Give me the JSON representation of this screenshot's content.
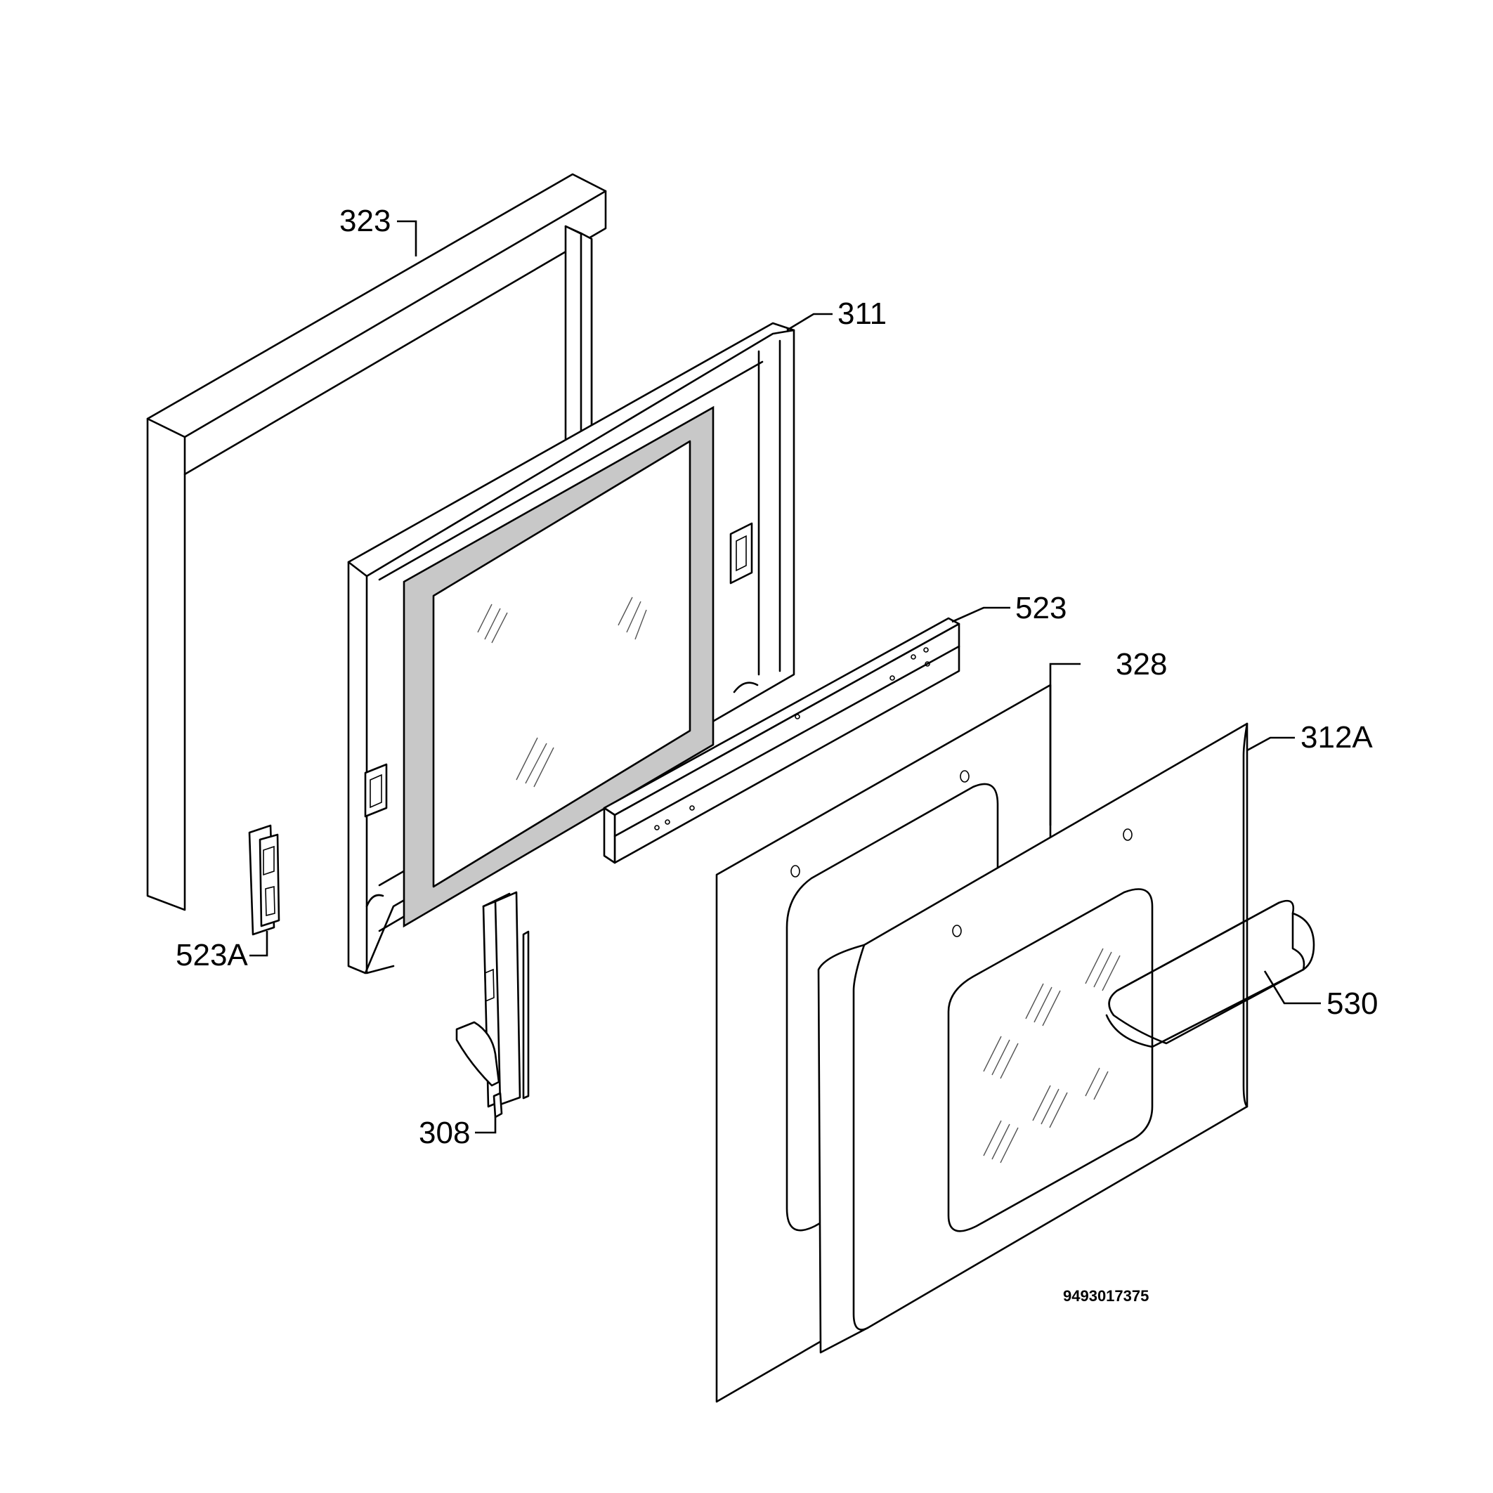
{
  "labels": {
    "p323": "323",
    "p311": "311",
    "p523": "523",
    "p328": "328",
    "p312a": "312A",
    "p530": "530",
    "p523a": "523A",
    "p308": "308"
  },
  "drawing_number": "9493017375"
}
